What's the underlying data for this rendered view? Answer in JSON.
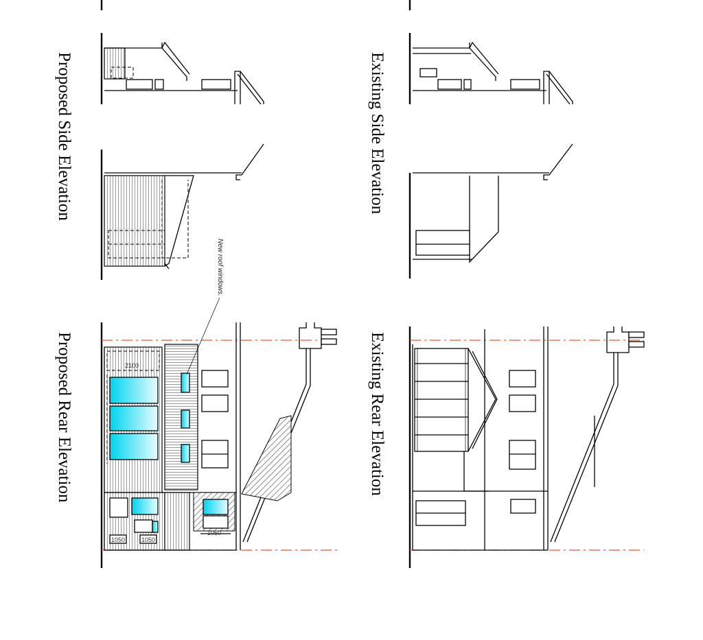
{
  "drawing": {
    "titles": {
      "proposed_side": "Proposed Side Elevation",
      "existing_side": "Existing Side Elevation",
      "proposed_rear": "Proposed Rear Elevation",
      "existing_rear": "Existing Rear Elevation"
    },
    "annotations": {
      "roof_windows": "New roof windows."
    },
    "dimensions": {
      "d2100": "2100",
      "d1050_a": "1050",
      "d1050_b": "1050",
      "d1050_c": "1050"
    },
    "colors": {
      "glazing": "#00d3ee",
      "datum_line": "#e4572e",
      "linework": "#000000"
    }
  }
}
